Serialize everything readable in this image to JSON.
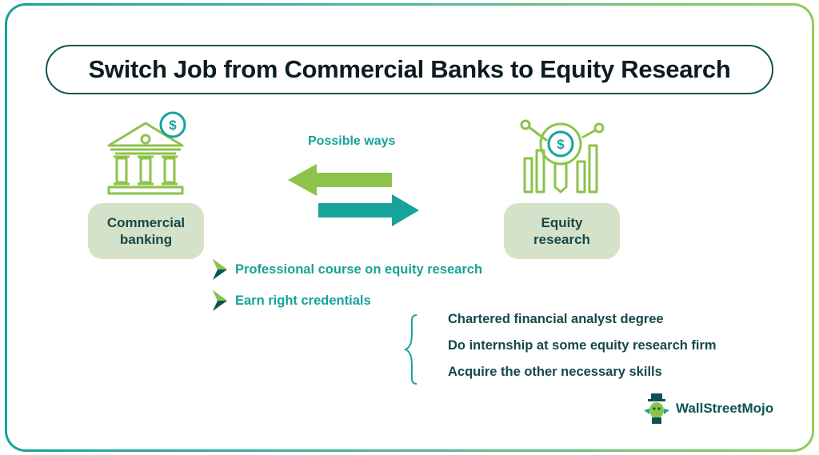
{
  "title": "Switch Job from Commercial Banks to Equity Research",
  "possible_ways": "Possible ways",
  "left_box": {
    "line1": "Commercial",
    "line2": "banking"
  },
  "right_box": {
    "line1": "Equity",
    "line2": "research"
  },
  "bullets": [
    "Professional course on equity research",
    "Earn right credentials"
  ],
  "credentials": [
    "Chartered financial analyst degree",
    "Do internship at some equity research firm",
    "Acquire the other necessary skills"
  ],
  "logo": {
    "text": "WallStreetMojo"
  },
  "colors": {
    "teal": "#17a29a",
    "green": "#8cc34a",
    "dark_teal": "#17474a",
    "box_fill": "#d4e2c9"
  },
  "icons": [
    "bank-icon",
    "dollar-coin-icon",
    "magnifier-chart-icon",
    "double-arrow-icon",
    "chevron-bullet-icon",
    "brace-icon",
    "mascot-logo-icon"
  ]
}
